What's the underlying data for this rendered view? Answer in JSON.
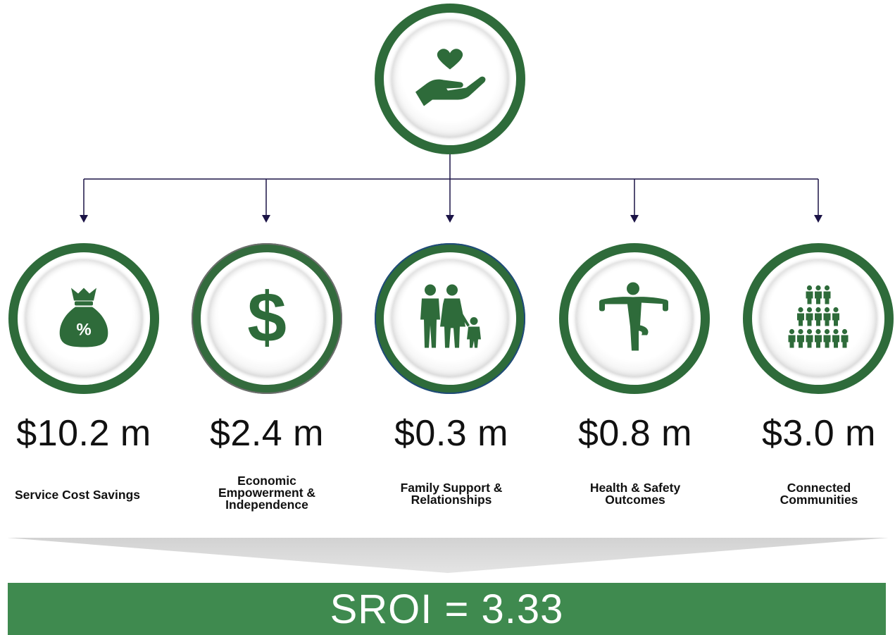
{
  "top": {
    "icon": "hand-heart-icon"
  },
  "items": [
    {
      "amount": "$10.2 m",
      "label": "Service Cost Savings",
      "icon": "money-bag-percent-icon"
    },
    {
      "amount": "$2.4 m",
      "label": "Economic\nEmpowerment &\nIndependence",
      "icon": "dollar-icon"
    },
    {
      "amount": "$0.3 m",
      "label": "Family Support &\nRelationships",
      "icon": "family-icon"
    },
    {
      "amount": "$0.8 m",
      "label": "Health & Safety\nOutcomes",
      "icon": "yoga-person-icon"
    },
    {
      "amount": "$3.0 m",
      "label": "Connected\nCommunities",
      "icon": "community-pyramid-icon"
    }
  ],
  "result": {
    "text": "SROI = 3.33"
  },
  "colors": {
    "ring": "#2e6b3a",
    "icon": "#2e6b3a",
    "bar": "#3f8a4f",
    "connector": "#1b1346"
  }
}
